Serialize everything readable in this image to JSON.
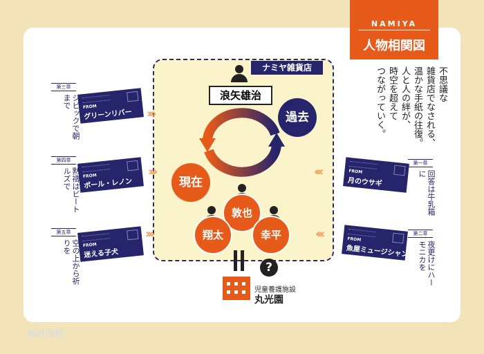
{
  "header": {
    "brand": "NAMIYA",
    "title": "人物相関図"
  },
  "intro": [
    "不思議な",
    "雑貨店でなされる、",
    "温かな手紙の往復。",
    "人と人の絆が、",
    "時空を超えて",
    "つながっていく。"
  ],
  "store": {
    "name": "ナミヤ雑貨店",
    "owner": "浪矢雄治"
  },
  "cycle": {
    "past": "過去",
    "present": "現在"
  },
  "kids": [
    "敦也",
    "翔太",
    "幸平"
  ],
  "facility": {
    "type": "児童養護施設",
    "name": "丸光園"
  },
  "question": "?",
  "letters_left": [
    {
      "chapter": "第三章",
      "desc": "シビックで朝まで",
      "from": "FROM",
      "name": "グリーンリバー"
    },
    {
      "chapter": "第四章",
      "desc": "黙禱はビートルズで",
      "from": "FROM",
      "name": "ポール・レノン"
    },
    {
      "chapter": "第五章",
      "desc": "空の上から祈りを",
      "from": "FROM",
      "name": "迷える子犬"
    }
  ],
  "letters_right": [
    {
      "chapter": "第一章",
      "desc": "回答は牛乳箱に",
      "from": "FROM",
      "name": "月のウサギ"
    },
    {
      "chapter": "第二章",
      "desc": "夜更けにハーモニカを",
      "from": "FROM",
      "name": "魚屋ミュージシャン"
    }
  ],
  "watermark": "Bai百科",
  "colors": {
    "navy": "#26246b",
    "orange": "#e65a1a",
    "cream": "#fbf3c9",
    "bg": "#f3e3b8"
  }
}
